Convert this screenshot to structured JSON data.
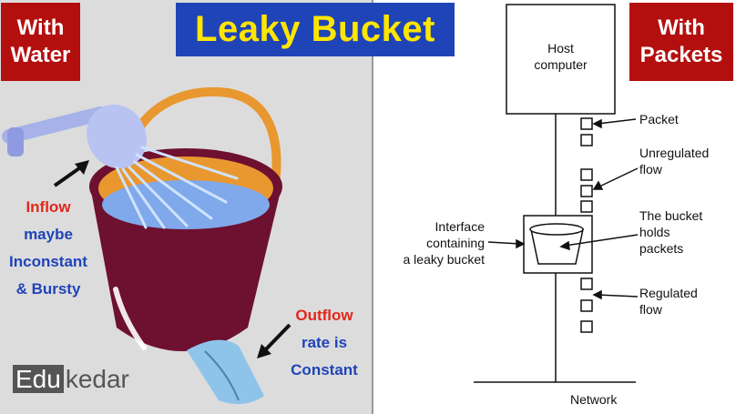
{
  "title": "Leaky Bucket",
  "left_badge": {
    "line1": "With",
    "line2": "Water"
  },
  "right_badge": {
    "line1": "With",
    "line2": "Packets"
  },
  "inflow": {
    "line1": "Inflow",
    "line2": "maybe",
    "line3": "Inconstant",
    "line4": "& Bursty"
  },
  "outflow": {
    "line1": "Outflow",
    "line2": "rate is",
    "line3": "Constant"
  },
  "logo": {
    "part1": "Edu",
    "part2": "kedar"
  },
  "diagram": {
    "host_line1": "Host",
    "host_line2": "computer",
    "packet": "Packet",
    "unregulated_line1": "Unregulated",
    "unregulated_line2": "flow",
    "bucket_line1": "The bucket",
    "bucket_line2": "holds",
    "bucket_line3": "packets",
    "interface_line1": "Interface",
    "interface_line2": "containing",
    "interface_line3": "a leaky bucket",
    "regulated_line1": "Regulated",
    "regulated_line2": "flow",
    "network": "Network"
  },
  "colors": {
    "badge": "#b40f0f",
    "title_bg": "#1f44b8",
    "title_text": "#ffe600",
    "bucket": "#6e1030",
    "water": "#7fa9ea",
    "handle": "#e9972f"
  }
}
